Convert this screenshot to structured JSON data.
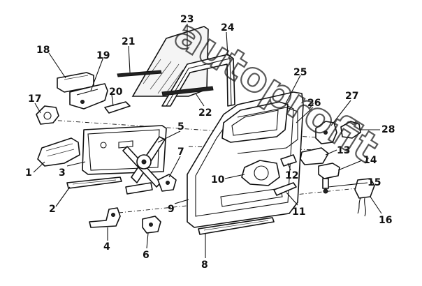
{
  "watermark": "autoprofit",
  "callouts": [
    "1",
    "2",
    "3",
    "4",
    "5",
    "6",
    "7",
    "8",
    "9",
    "10",
    "11",
    "12",
    "13",
    "14",
    "15",
    "16",
    "17",
    "18",
    "19",
    "20",
    "21",
    "22",
    "23",
    "24",
    "25",
    "26",
    "27",
    "28"
  ]
}
